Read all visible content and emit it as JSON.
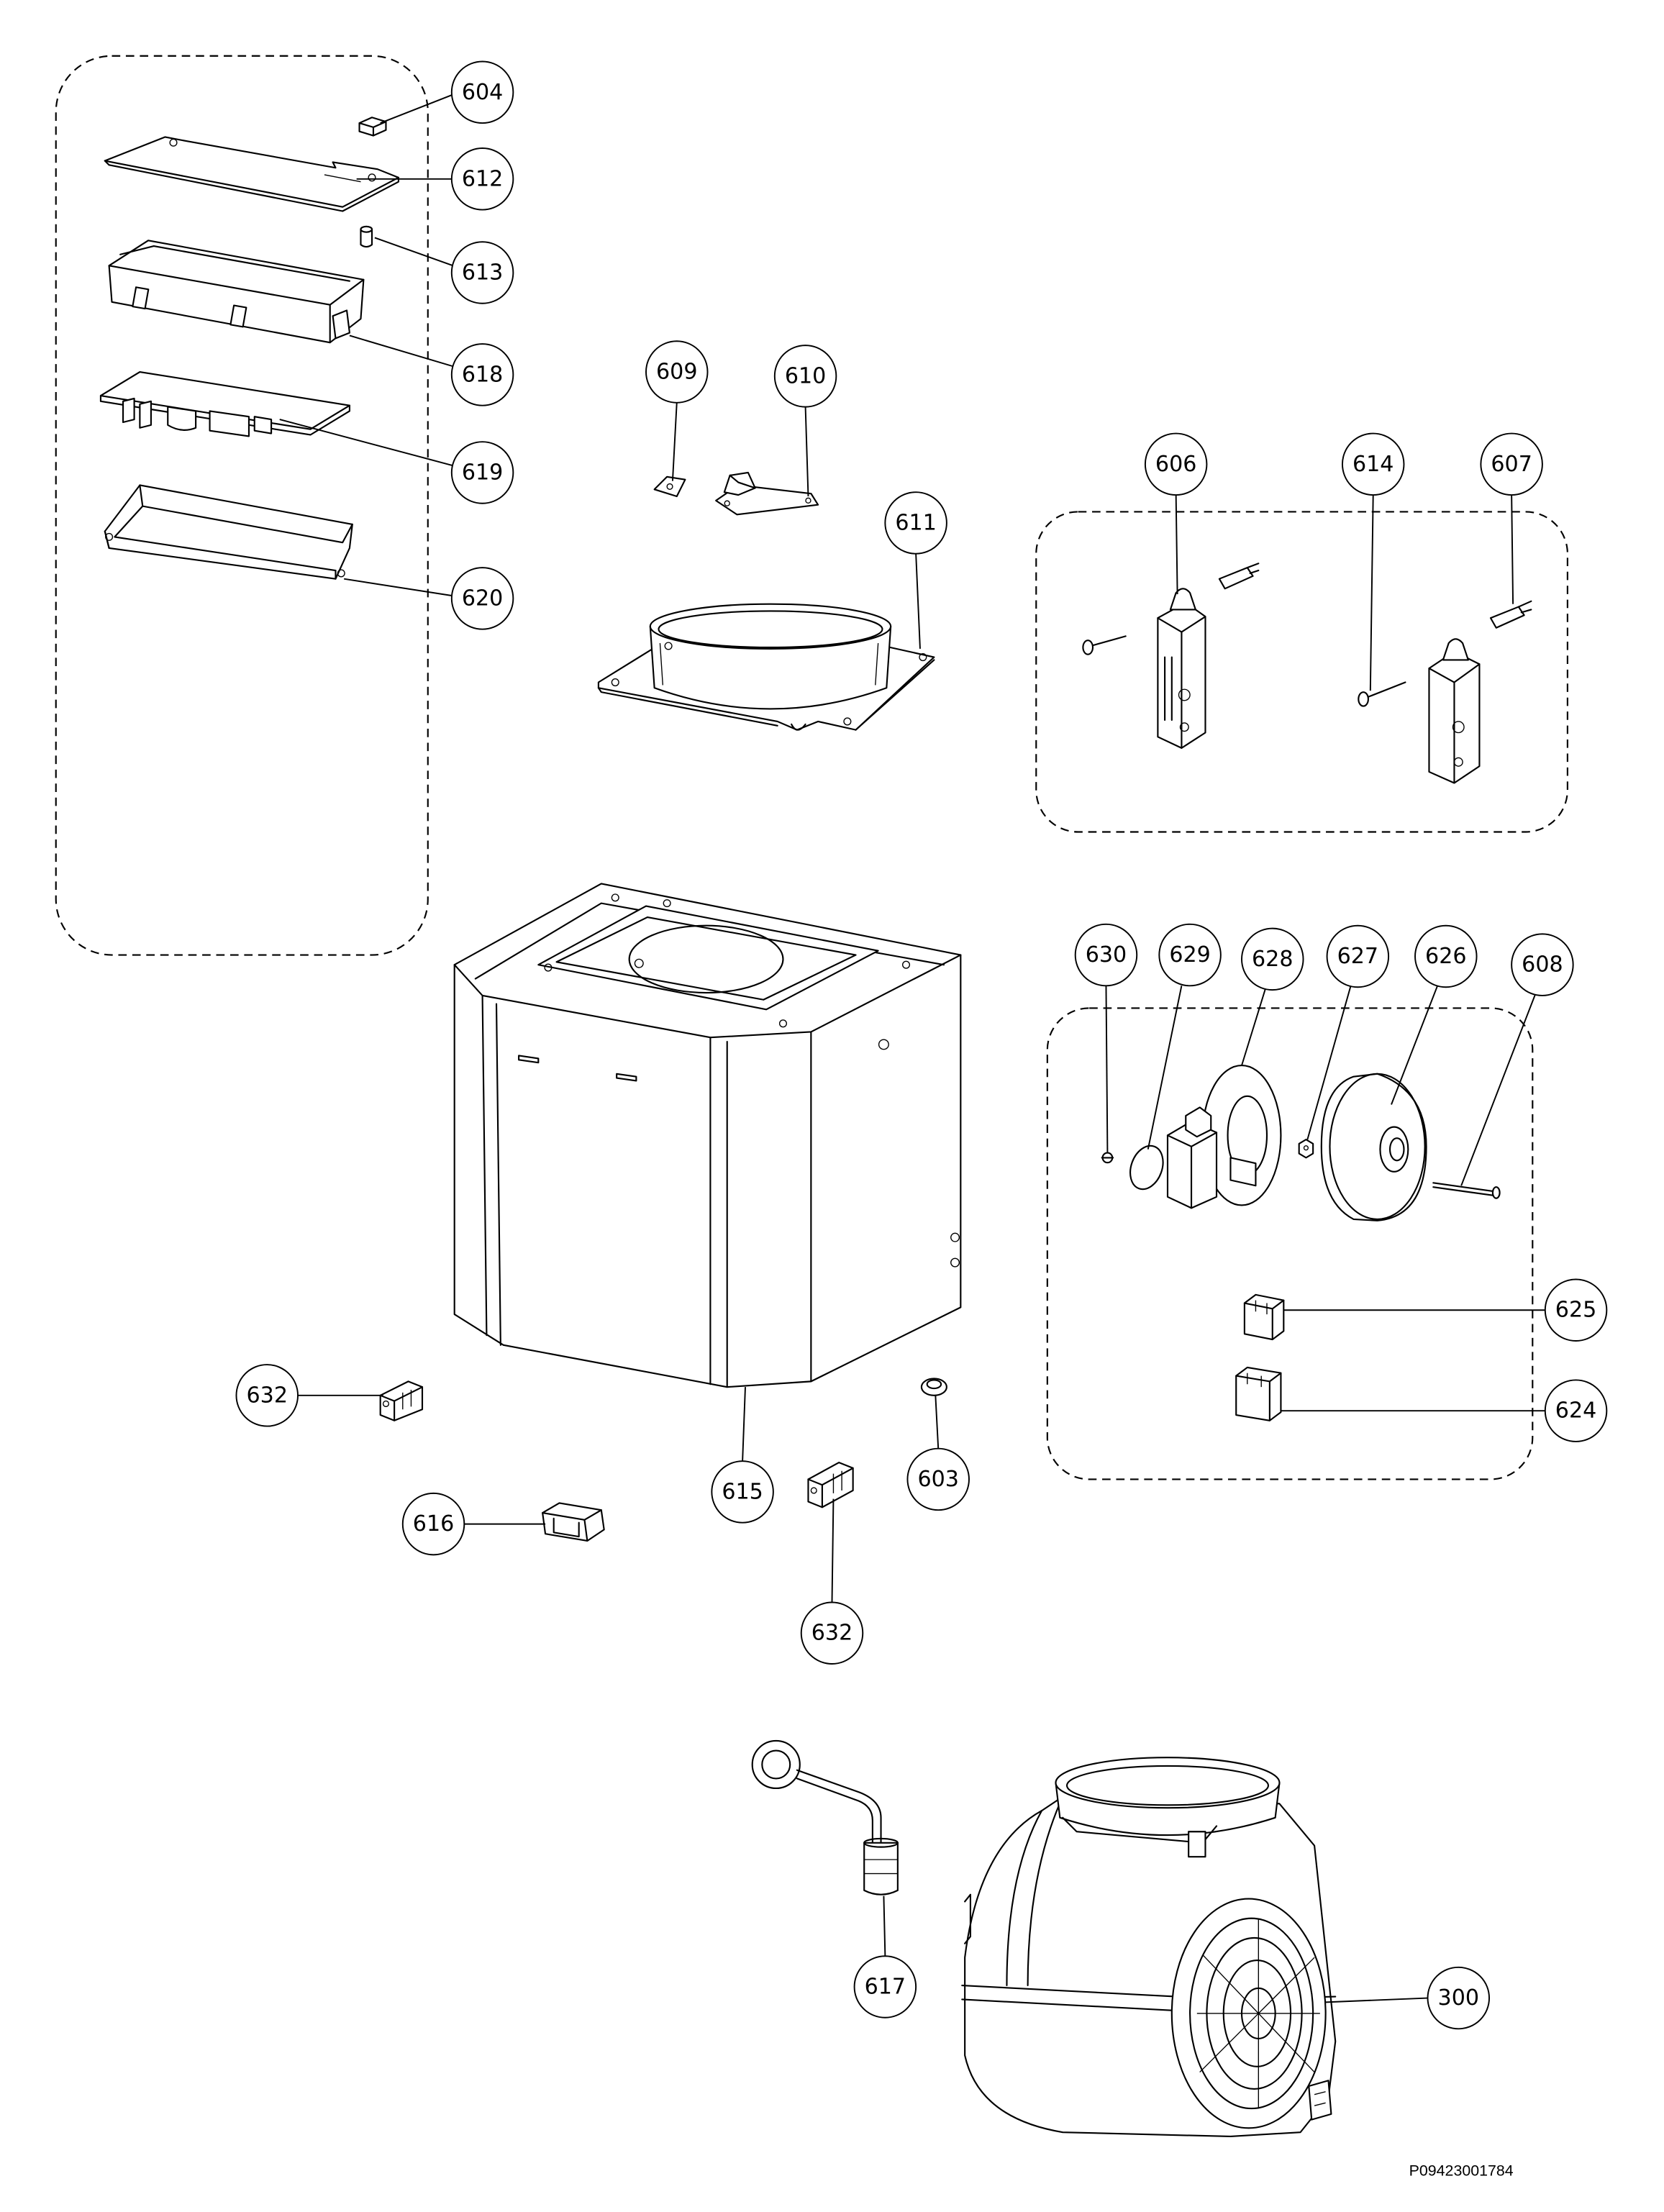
{
  "callouts": [
    "604",
    "612",
    "613",
    "618",
    "619",
    "620",
    "609",
    "610",
    "611",
    "606",
    "614",
    "607",
    "630",
    "629",
    "628",
    "627",
    "626",
    "608",
    "625",
    "624",
    "632",
    "616",
    "615",
    "603",
    "632",
    "617",
    "300"
  ],
  "drawing_number": "P09423001784"
}
